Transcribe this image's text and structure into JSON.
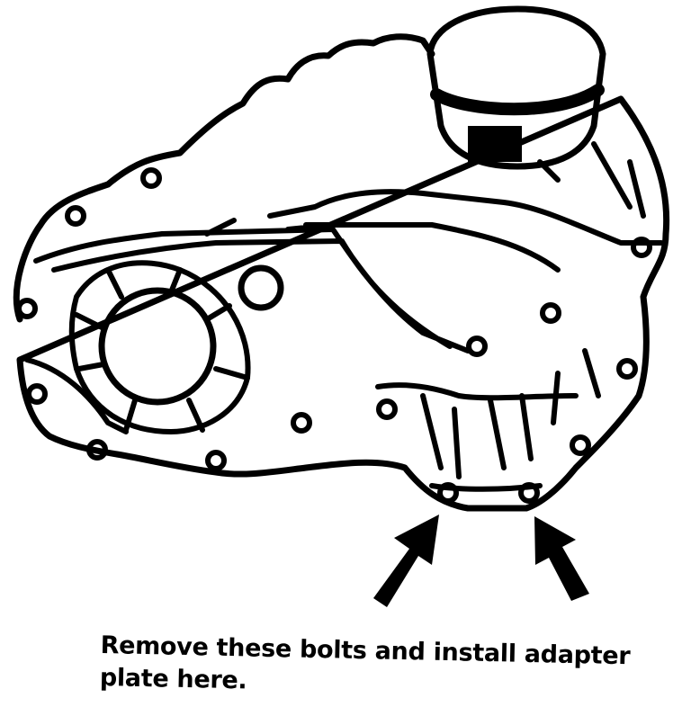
{
  "figure": {
    "subject": "transfer-case-housing",
    "callout_count": 2
  },
  "caption": {
    "line1": "Remove these bolts and install adapter",
    "line2": "plate here."
  },
  "colors": {
    "ink": "#000000",
    "paper": "#ffffff"
  }
}
